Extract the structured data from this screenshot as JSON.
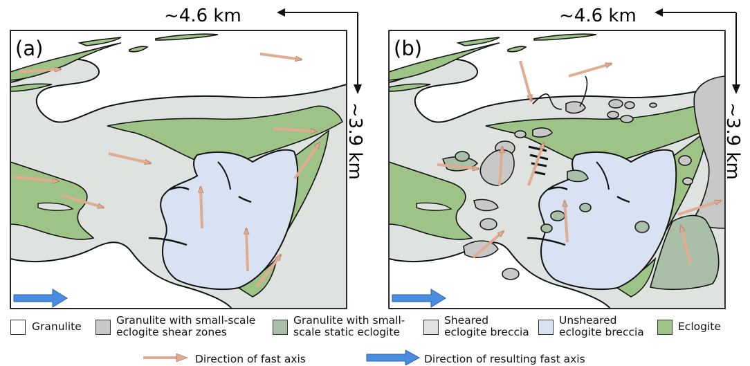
{
  "panels": [
    {
      "id": "a",
      "label": "(a)",
      "width_label": "~4.6 km",
      "height_label": "~3.9 km"
    },
    {
      "id": "b",
      "label": "(b)",
      "width_label": "~4.6 km",
      "height_label": "~3.9 km"
    }
  ],
  "colors": {
    "granulite": "#ffffff",
    "granulite_shear": "#c8c8c8",
    "granulite_static": "#a9bfa8",
    "sheared_breccia": "#dfe3df",
    "unsheared_breccia": "#d8e2f2",
    "eclogite": "#9dc486",
    "fast_axis_arrow": "#e0ab91",
    "resulting_arrow": "#4a8ce0",
    "outline": "#111111"
  },
  "legend": {
    "items": [
      {
        "label_lines": [
          "Granulite"
        ],
        "color_key": "granulite"
      },
      {
        "label_lines": [
          "Granulite with small-scale",
          "eclogite shear zones"
        ],
        "color_key": "granulite_shear"
      },
      {
        "label_lines": [
          "Granulite with small-",
          "scale static eclogite"
        ],
        "color_key": "granulite_static"
      },
      {
        "label_lines": [
          "Sheared",
          "eclogite breccia"
        ],
        "color_key": "sheared_breccia"
      },
      {
        "label_lines": [
          "Unsheared",
          "eclogite breccia"
        ],
        "color_key": "unsheared_breccia"
      },
      {
        "label_lines": [
          "Eclogite"
        ],
        "color_key": "eclogite"
      }
    ],
    "arrows": [
      {
        "label": "Direction of fast axis",
        "color_key": "fast_axis_arrow",
        "icon": "thin-arrow-icon"
      },
      {
        "label": "Direction of resulting fast axis",
        "color_key": "resulting_arrow",
        "icon": "thick-arrow-icon"
      }
    ]
  }
}
